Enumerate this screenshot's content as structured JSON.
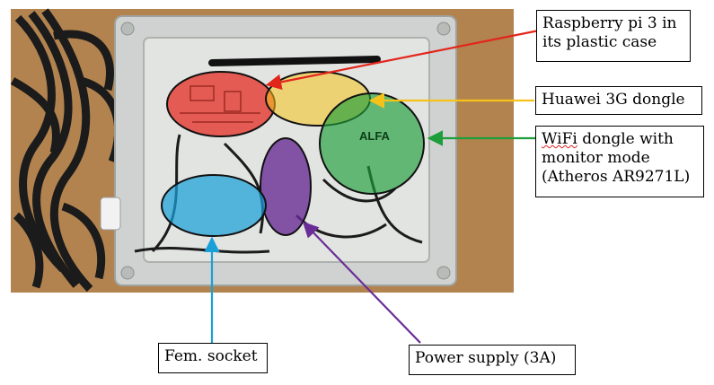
{
  "labels": {
    "raspberry_line1": "Raspberry pi 3 in",
    "raspberry_line2": "its plastic case",
    "huawei": "Huawei 3G dongle",
    "wifi_line1_word": "WiFi",
    "wifi_line1_rest": " dongle with",
    "wifi_line2": "monitor mode",
    "wifi_line3": "(Atheros AR9271L)",
    "fem_socket": "Fem. socket",
    "power_supply": "Power supply (3A)"
  },
  "printed_marks": {
    "alfa_logo": "ALFA"
  },
  "colors": {
    "raspberry_red": "#e3261c",
    "huawei_yellow": "#f5c21a",
    "wifi_green": "#1e9e3a",
    "fem_socket_blue": "#1aa0d8",
    "power_supply_purple": "#6a2d96",
    "table_wood": "#b98a55",
    "box_grey": "#cfd2d0",
    "cable_black": "#1b1b1b"
  }
}
